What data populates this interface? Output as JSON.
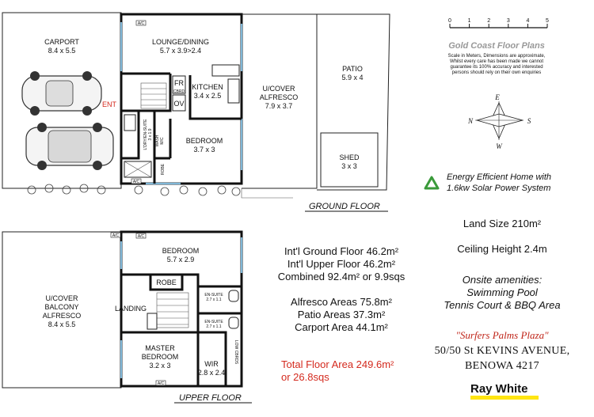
{
  "ground_floor": {
    "title": "GROUND FLOOR",
    "rooms": {
      "carport": {
        "name": "CARPORT",
        "size": "8.4 x 5.5"
      },
      "lounge": {
        "name": "LOUNGE/DINING",
        "size": "5.7 x 3.9>2.4"
      },
      "kitchen": {
        "name": "KITCHEN",
        "size": "3.4 x 2.5"
      },
      "alfresco": {
        "name_1": "U/COVER",
        "name_2": "ALFRESCO",
        "size": "7.9 x 3.7"
      },
      "patio": {
        "name": "PATIO",
        "size": "5.9 x 4"
      },
      "bedroom": {
        "name": "BEDROOM",
        "size": "3.7 x 3"
      },
      "shed": {
        "name": "SHED",
        "size": "3 x 3"
      },
      "fr": "FR",
      "cbrd": "CBRD",
      "ov": "OV",
      "ensuite": "L'DRY/EN-SUITE",
      "ensuite_size": "3 x 1.9",
      "wash": "WASH",
      "mc": "M/C",
      "robe": "ROBE"
    },
    "entry": "ENT",
    "ac_1": "A/C",
    "ac_2": "A/C"
  },
  "upper_floor": {
    "title": "UPPER FLOOR",
    "rooms": {
      "balcony": {
        "name_1": "U/COVER",
        "name_2": "BALCONY",
        "name_3": "ALFRESCO",
        "size": "8.4 x 5.5"
      },
      "bedroom": {
        "name": "BEDROOM",
        "size": "5.7 x 2.9"
      },
      "robe": "ROBE",
      "landing": "LANDING",
      "ensuite_1": {
        "name": "EN-SUITE",
        "size": "2.7 x 1.1"
      },
      "ensuite_2": {
        "name": "EN-SUITE",
        "size": "2.7 x 1.1"
      },
      "master": {
        "name_1": "MASTER",
        "name_2": "BEDROOM",
        "size": "3.2 x 3"
      },
      "wir": {
        "name": "WIR",
        "size": "2.8 x 2.4"
      },
      "low_cbrds": "LOW CBRDS"
    },
    "ac_1": "A/C",
    "ac_2": "A/C",
    "ac_3": "A/C"
  },
  "areas": {
    "ground": "Int'l Ground Floor 46.2m²",
    "upper": "Int'l Upper Floor 46.2m²",
    "combined": "Combined 92.4m² or 9.9sqs",
    "alfresco": "Alfresco Areas 75.8m²",
    "patio": "Patio Areas 37.3m²",
    "carport": "Carport Area 44.1m²",
    "total_1": "Total Floor Area 249.6m²",
    "total_2": "or 26.8sqs"
  },
  "scale": {
    "ticks": [
      "0",
      "1",
      "2",
      "3",
      "4",
      "5"
    ],
    "brand": "Gold Coast Floor Plans",
    "disclaimer": [
      "Scale in Meters, Dimensions are approximate,",
      "Whilst every care has been made we cannot",
      "guarantee its 100% accuracy and interested",
      "persons should rely on their own enquiries"
    ]
  },
  "compass": {
    "n": "N",
    "e": "E",
    "s": "S",
    "w": "W"
  },
  "energy": {
    "line_1": "Energy Efficient Home with",
    "line_2": "1.6kw Solar Power System"
  },
  "property": {
    "land": "Land Size 210m²",
    "ceiling": "Ceiling Height 2.4m",
    "amenities_title": "Onsite amenities:",
    "amenity_1": "Swimming Pool",
    "amenity_2": "Tennis Court & BBQ Area"
  },
  "address": {
    "name": "\"Surfers Palms Plaza\"",
    "street": "50/50 St KEVINS AVENUE,",
    "suburb": "BENOWA 4217"
  },
  "agency": {
    "name": "Ray White",
    "color": "#ffe512"
  }
}
